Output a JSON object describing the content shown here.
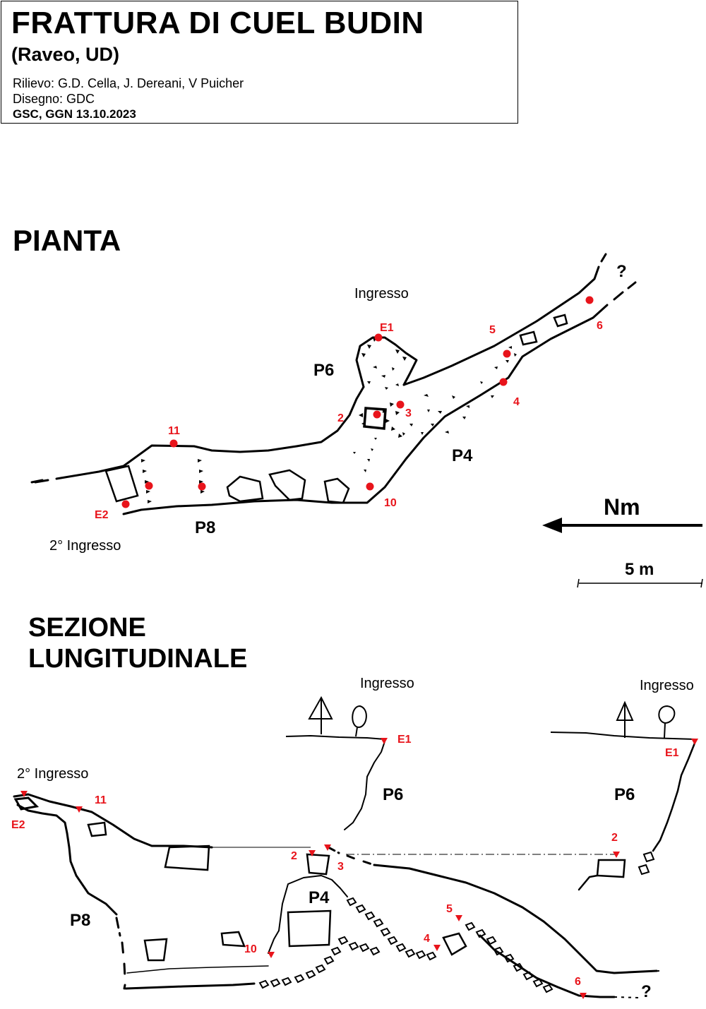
{
  "header": {
    "title": "FRATTURA DI CUEL BUDIN",
    "subtitle": "(Raveo, UD)",
    "survey": "Rilievo: G.D. Cella, J. Dereani, V Puicher",
    "drawing": "Disegno: GDC",
    "credits": "GSC, GGN 13.10.2023"
  },
  "plan": {
    "heading": "PIANTA",
    "entrance_label": "Ingresso",
    "second_entrance_label": "2° Ingresso",
    "unknown": "?",
    "pits": {
      "p6": "P6",
      "p4": "P4",
      "p8": "P8"
    },
    "stations": {
      "e1": "E1",
      "e2": "E2",
      "s2": "2",
      "s3": "3",
      "s4": "4",
      "s5": "5",
      "s6": "6",
      "s10": "10",
      "s11": "11"
    },
    "north_label": "Nm",
    "scale_label": "5 m"
  },
  "section": {
    "heading_line1": "SEZIONE",
    "heading_line2": "LUNGITUDINALE",
    "entrance_label": "Ingresso",
    "second_entrance_label": "2° Ingresso",
    "unknown": "?",
    "pits": {
      "p6": "P6",
      "p4": "P4",
      "p8": "P8"
    },
    "stations": {
      "e1": "E1",
      "e2": "E2",
      "s2": "2",
      "s3": "3",
      "s4": "4",
      "s5": "5",
      "s6": "6",
      "s10": "10",
      "s11": "11"
    },
    "inset": {
      "entrance_label": "Ingresso",
      "pit": "P6",
      "stations": {
        "e1": "E1",
        "s2": "2"
      }
    }
  },
  "colors": {
    "station": "#e8141b",
    "ink": "#000000"
  }
}
